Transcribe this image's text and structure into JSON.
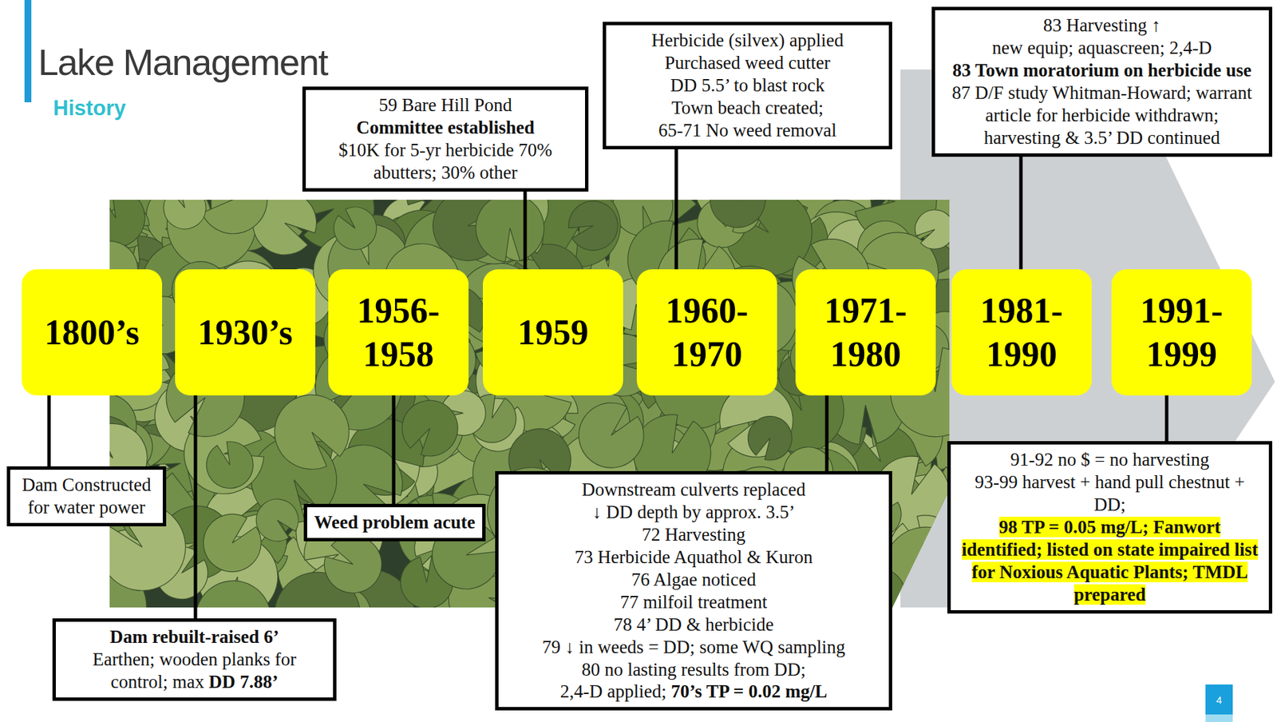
{
  "diagram": {
    "title": "Lake Management",
    "nodes": [
      {
        "text": [
          "1800’s"
        ]
      },
      {
        "text": [
          "1930’s"
        ]
      },
      {
        "text": [
          "1956- 1958"
        ]
      },
      {
        "text": [
          "1959"
        ]
      },
      {
        "text": [
          "1960- 1970"
        ]
      },
      {
        "text": [
          "1971- 1980"
        ]
      },
      {
        "text": [
          "1981- 1990"
        ]
      },
      {
        "text": [
          "1991- 1999"
        ]
      },
      {
        "text": [
          "59 Bare Hill Pond",
          "Committee established",
          "$10K for 5-yr herbicide 70% abutters; 30% other"
        ]
      },
      {
        "text": [
          "Herbicide (silvex) applied",
          "Purchased weed cutter",
          "DD 5.5’ to blast rock",
          "Town beach created;",
          "65-71 No weed removal"
        ]
      },
      {
        "text": [
          "83 Harvesting ↑",
          "new equip; aquascreen; 2,4-D",
          "83 Town moratorium on herbicide use",
          "87 D/F study Whitman-Howard; warrant article for herbicide withdrawn;",
          "harvesting & 3.5’ DD continued"
        ]
      },
      {
        "text": [
          "Dam Constructed for water power"
        ]
      },
      {
        "text": [
          "Weed problem acute"
        ]
      },
      {
        "text": [
          "Dam rebuilt-raised 6’",
          "Earthen; wooden planks for control; max",
          "DD 7.88’"
        ]
      },
      {
        "text": [
          "Downstream culverts replaced",
          "↓ DD depth by approx. 3.5’",
          "72 Harvesting",
          "73 Herbicide Aquathol & Kuron",
          "76 Algae noticed",
          "77 milfoil treatment",
          "78 4’ DD & herbicide",
          "79 ↓ in weeds = DD; some WQ sampling",
          "80 no lasting results from DD;",
          "2,4-D applied;",
          "70’s TP = 0.02 mg/L"
        ]
      },
      {
        "text": [
          "91-92 no $ = no harvesting",
          "93-99 harvest + hand pull chestnut + DD;",
          "98 TP = 0.05 mg/L; Fanwort identified; listed on state impaired list for Noxious Aquatic Plants; TMDL prepared"
        ]
      }
    ],
    "edges": [
      {
        "from": 3,
        "to": 8,
        "arrow": "none"
      },
      {
        "from": 4,
        "to": 9,
        "arrow": "none"
      },
      {
        "from": 6,
        "to": 10,
        "arrow": "none"
      },
      {
        "from": 0,
        "to": 11,
        "arrow": "none"
      },
      {
        "from": 1,
        "to": 13,
        "arrow": "none"
      },
      {
        "from": 2,
        "to": 12,
        "arrow": "none"
      },
      {
        "from": 5,
        "to": 14,
        "arrow": "none"
      },
      {
        "from": 7,
        "to": 15,
        "arrow": "none"
      }
    ],
    "labels": [
      "History",
      "4"
    ]
  }
}
